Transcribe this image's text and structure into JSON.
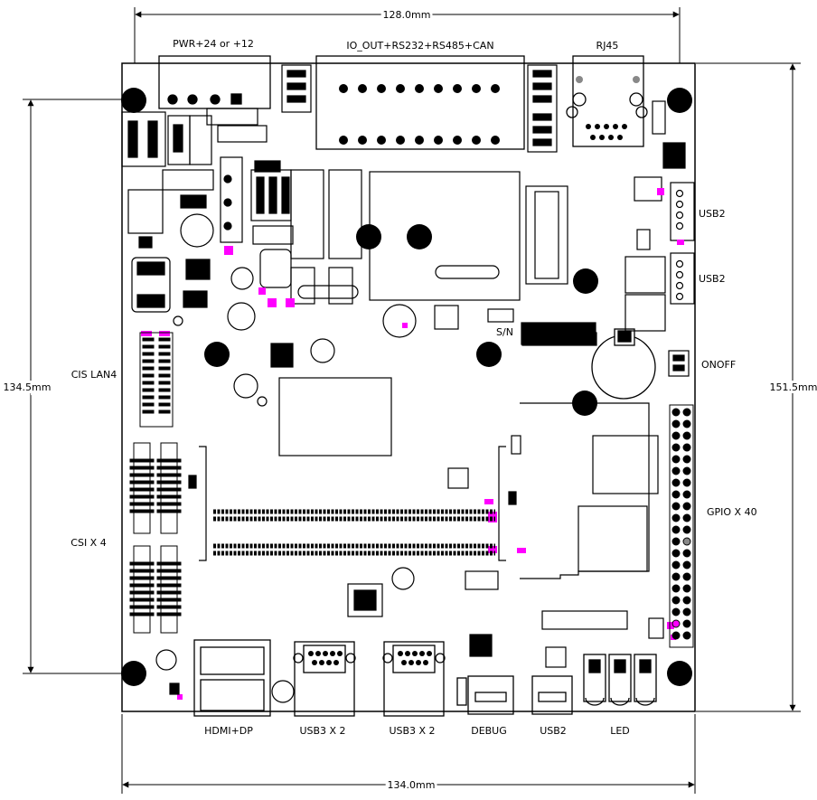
{
  "dimensions": {
    "top_width": "128.0mm",
    "bottom_width": "134.0mm",
    "left_height": "134.5mm",
    "right_height": "151.5mm"
  },
  "connectors": {
    "power": "PWR+24 or +12",
    "io": "IO_OUT+RS232+RS485+CAN",
    "rj45": "RJ45",
    "usb2_top": "USB2",
    "usb2_mid": "USB2",
    "onoff": "ONOFF",
    "gpio": "GPIO X 40",
    "cis": "CIS LAN4",
    "csi": "CSI X 4",
    "sn": "S/N",
    "hdmi": "HDMI+DP",
    "usb3_a": "USB3 X 2",
    "usb3_b": "USB3 X 2",
    "debug": "DEBUG",
    "usb2_bottom": "USB2",
    "led": "LED"
  },
  "colors": {
    "outline": "#000000",
    "accent": "#ff00ff",
    "board": "#ffffff",
    "gray": "#888888"
  }
}
